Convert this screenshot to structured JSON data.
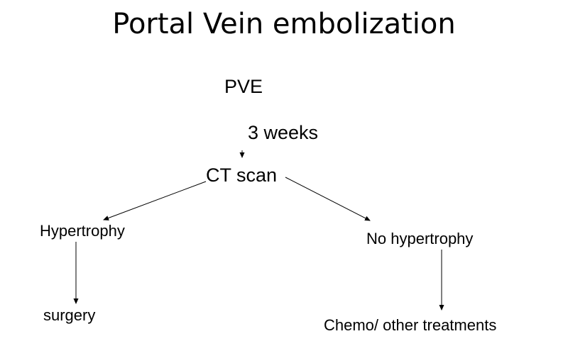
{
  "title": "Portal Vein embolization",
  "nodes": {
    "pve": "PVE",
    "weeks": "3 weeks",
    "ct_scan": "CT scan",
    "hypertrophy": "Hypertrophy",
    "no_hypertrophy": "No hypertrophy",
    "surgery": "surgery",
    "chemo": "Chemo/ other treatments"
  },
  "colors": {
    "text": "#000000",
    "line": "#000000",
    "background": "#ffffff"
  }
}
